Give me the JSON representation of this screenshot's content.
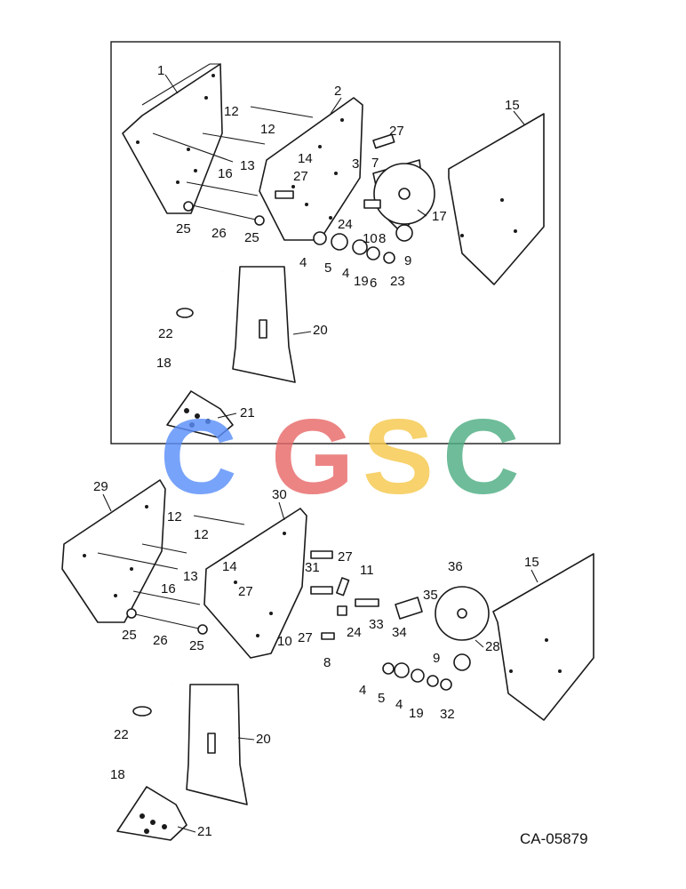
{
  "watermark": {
    "letters": [
      "C",
      "G",
      "S",
      "C"
    ],
    "colors": [
      "#5b8ff9",
      "#e86a6a",
      "#f6c94e",
      "#4fae83"
    ]
  },
  "diagram_code": "CA-05879",
  "top_section_callouts": [
    "1",
    "2",
    "12",
    "12",
    "13",
    "14",
    "16",
    "25",
    "26",
    "25",
    "27",
    "27",
    "3",
    "7",
    "17",
    "24",
    "10",
    "8",
    "9",
    "4",
    "5",
    "4",
    "19",
    "6",
    "23",
    "22",
    "18",
    "20",
    "21",
    "15"
  ],
  "bottom_section_callouts": [
    "29",
    "30",
    "12",
    "12",
    "13",
    "14",
    "16",
    "25",
    "26",
    "25",
    "27",
    "27",
    "31",
    "11",
    "36",
    "35",
    "10",
    "27",
    "24",
    "33",
    "34",
    "8",
    "15",
    "28",
    "9",
    "4",
    "5",
    "4",
    "19",
    "32",
    "22",
    "18",
    "20",
    "21"
  ]
}
